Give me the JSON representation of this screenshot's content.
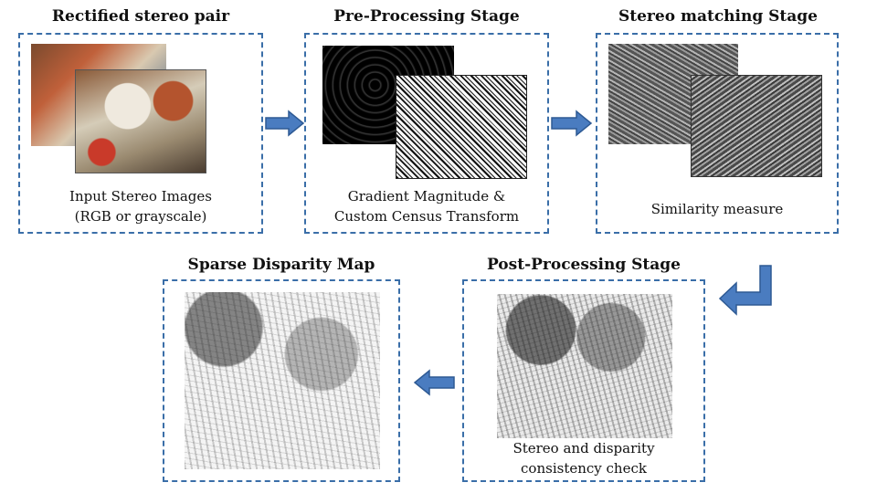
{
  "stages": {
    "rectified": {
      "title": "Rectified stereo pair",
      "caption_line1": "Input Stereo Images",
      "caption_line2": "(RGB or grayscale)",
      "image_icon": "stereo-color-photo-pair"
    },
    "preprocessing": {
      "title": "Pre-Processing Stage",
      "caption_line1": "Gradient Magnitude &",
      "caption_line2": "Custom Census Transform",
      "image_icon": "gradient-and-census-images"
    },
    "matching": {
      "title": "Stereo matching Stage",
      "caption_line1": "Similarity measure",
      "image_icon": "similarity-cost-images"
    },
    "postprocessing": {
      "title": "Post-Processing Stage",
      "caption_line1": "Stereo and disparity",
      "caption_line2": "consistency check",
      "image_icon": "filtered-disparity-image"
    },
    "sparse": {
      "title": "Sparse Disparity Map",
      "image_icon": "sparse-disparity-image"
    }
  },
  "colors": {
    "box_border": "#3a6ea8",
    "arrow_fill": "#4a7cc0",
    "arrow_stroke": "#2e5a94"
  }
}
